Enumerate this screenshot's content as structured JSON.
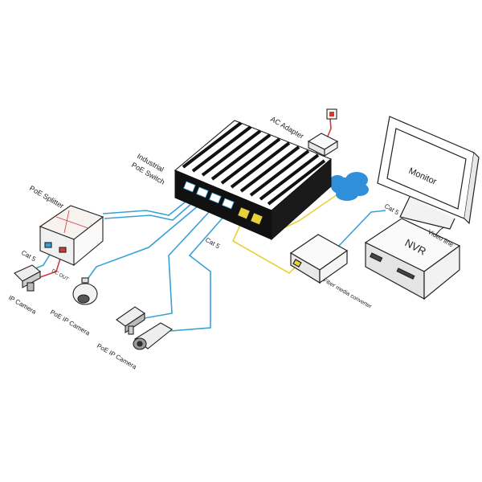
{
  "labels": {
    "ac_adapter": "AC Adapter",
    "industrial_poe_switch_line1": "Industrial",
    "industrial_poe_switch_line2": "PoE Switch",
    "poe_splitter": "PoE Splitter",
    "monitor": "Monitor",
    "nvr": "NVR",
    "video_line": "Video line",
    "cat5_nvr": "Cat 5",
    "cat5_switch": "Cat 5",
    "cat5_splitter": "Cat 5",
    "dc_out": "DC OUT",
    "fiber_media_converter": "Fiber media converter",
    "ip_camera": "IP Camera",
    "poe_ip_camera_1": "PoE IP Camera",
    "poe_ip_camera_2": "PoE IP Camera"
  },
  "colors": {
    "cat5_cable": "#3aa0d8",
    "fiber_cable": "#e8d23a",
    "power_cable": "#d23a3a",
    "cloud": "#2f8fd8",
    "device_outline": "#222222",
    "switch_body": "#111111"
  }
}
